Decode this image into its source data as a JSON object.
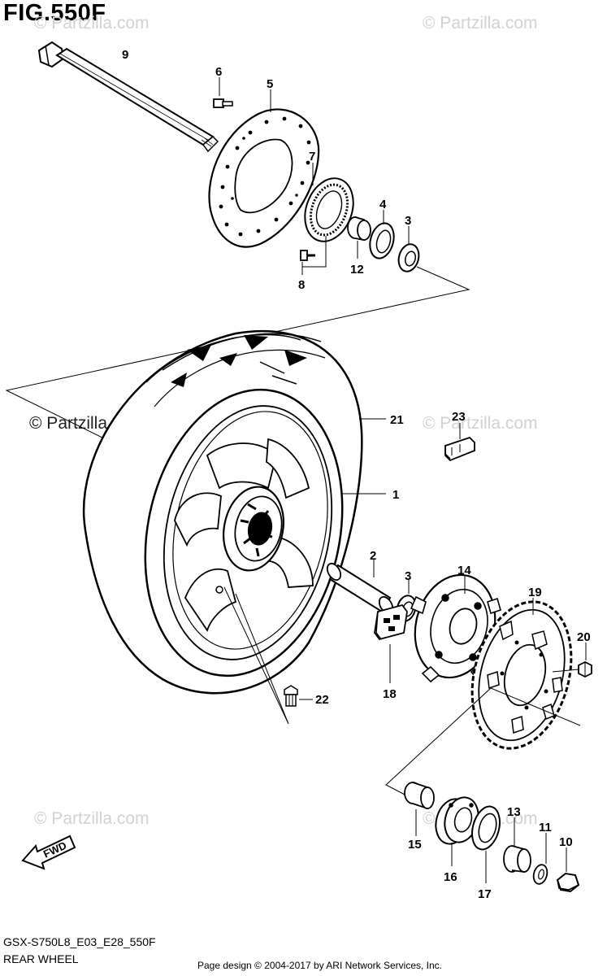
{
  "figure": {
    "title": "FIG.550F",
    "model_code": "GSX-S750L8_E03_E28_550F",
    "caption": "REAR WHEEL",
    "credit": "Page design © 2004-2017 by ARI Network Services, Inc."
  },
  "watermarks": [
    "© Partzilla.com",
    "© Partzilla.com",
    "© Partzilla.com",
    "© Partzilla.com",
    "© Partzilla.com",
    "© Partzilla.com"
  ],
  "fwd_label": "FWD",
  "callouts": [
    "1",
    "2",
    "3",
    "3",
    "4",
    "5",
    "6",
    "7",
    "8",
    "9",
    "10",
    "11",
    "12",
    "13",
    "14",
    "15",
    "16",
    "17",
    "18",
    "19",
    "20",
    "21",
    "22",
    "23"
  ]
}
